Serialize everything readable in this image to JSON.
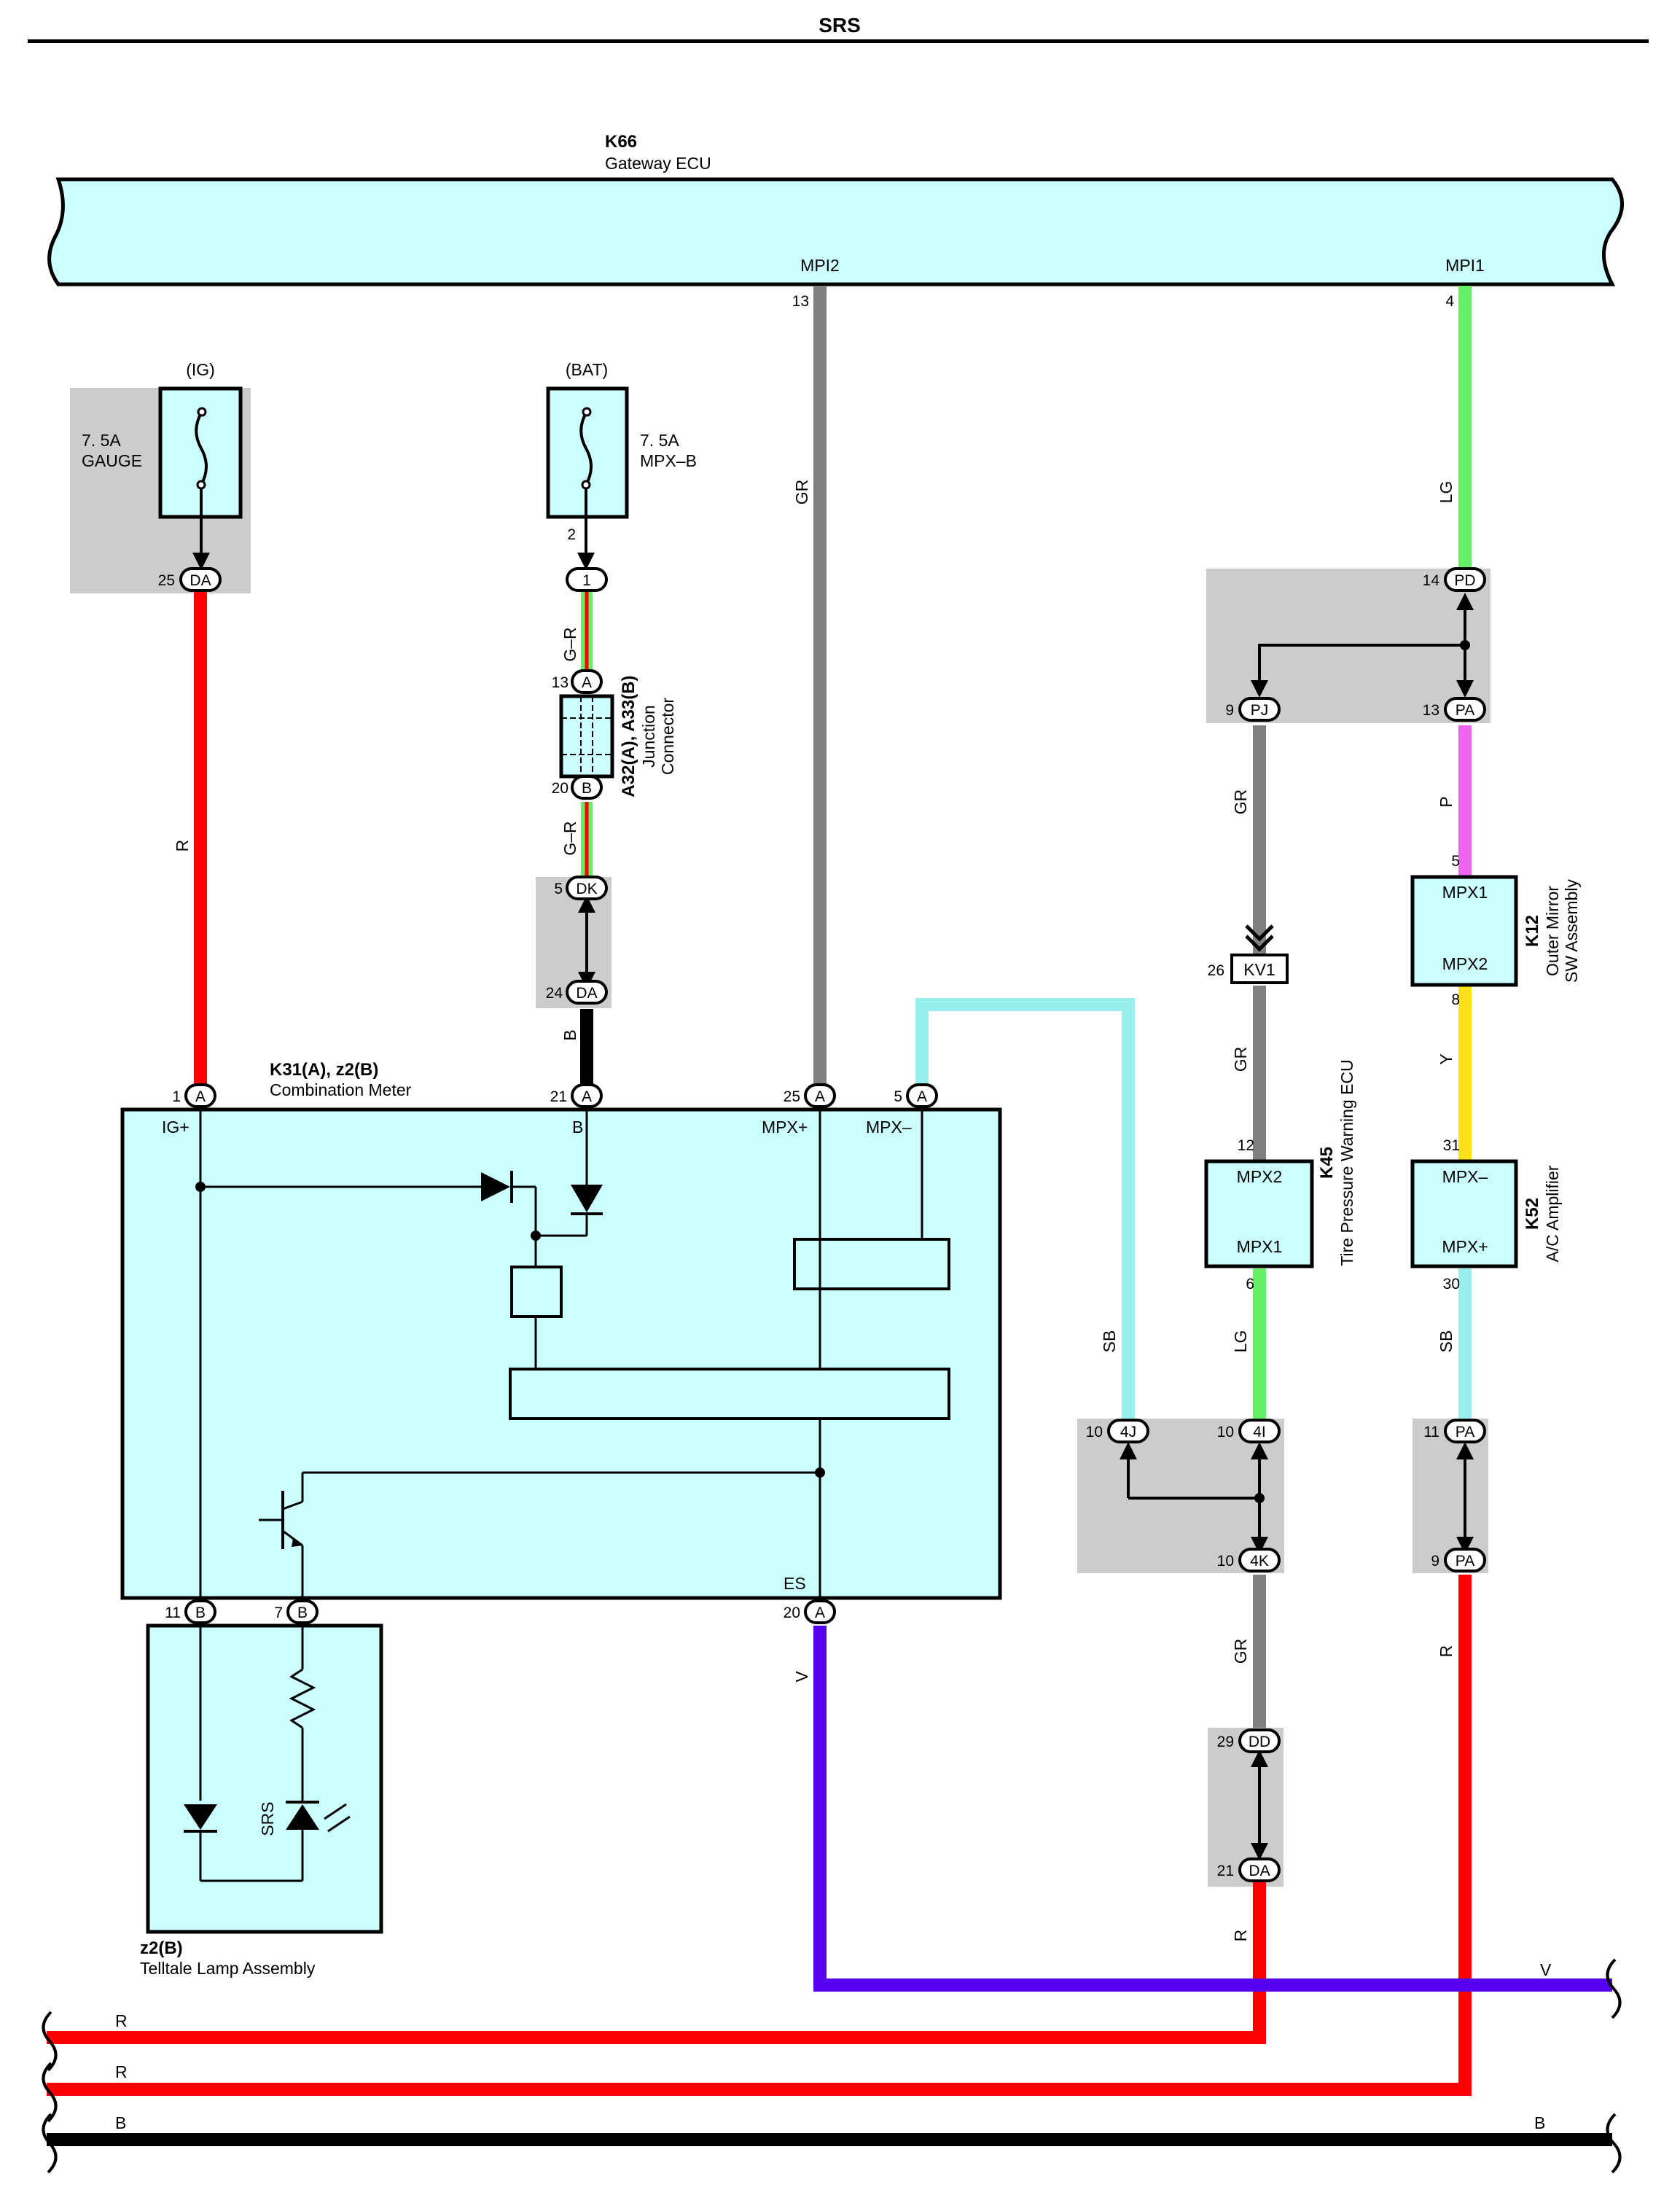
{
  "title": "SRS",
  "gateway": {
    "code": "K66",
    "name": "Gateway ECU",
    "mpi2": "MPI2",
    "mpi1": "MPI1",
    "pin_mpi2": "13",
    "pin_mpi1": "4"
  },
  "fuses": {
    "ig": {
      "label": "(IG)",
      "rating": "7. 5A",
      "name": "GAUGE"
    },
    "bat": {
      "label": "(BAT)",
      "rating": "7. 5A",
      "name": "MPX–B"
    }
  },
  "junction": {
    "code": "A32(A), A33(B)",
    "name1": "Junction",
    "name2": "Connector"
  },
  "meter": {
    "code": "K31(A), z2(B)",
    "name": "Combination Meter",
    "ig": "IG+",
    "b": "B",
    "mpx_plus": "MPX+",
    "mpx_minus": "MPX–",
    "es": "ES"
  },
  "telltale": {
    "code": "z2(B)",
    "name": "Telltale Lamp Assembly",
    "srs": "SRS"
  },
  "mirror": {
    "code": "K12",
    "name1": "Outer Mirror",
    "name2": "SW Assembly",
    "mpx1": "MPX1",
    "mpx2": "MPX2"
  },
  "tpms": {
    "code": "K45",
    "name": "Tire Pressure Warning ECU",
    "mpx2": "MPX2",
    "mpx1": "MPX1"
  },
  "ac": {
    "code": "K52",
    "name": "A/C Amplifier",
    "mpx_minus": "MPX–",
    "mpx_plus": "MPX+"
  },
  "kv1": "KV1",
  "wires": {
    "R": "R",
    "GR": "GR",
    "GR_dash": "G–R",
    "B": "B",
    "LG": "LG",
    "P": "P",
    "Y": "Y",
    "SB": "SB",
    "V": "V"
  },
  "connectors": {
    "DA": "DA",
    "DK": "DK",
    "PD": "PD",
    "PJ": "PJ",
    "PA": "PA",
    "4J": "4J",
    "4I": "4I",
    "4K": "4K",
    "DD": "DD",
    "A": "A",
    "B": "B",
    "one": "1"
  },
  "pins": {
    "p25": "25",
    "p2": "2",
    "p13": "13",
    "p20": "20",
    "p5": "5",
    "p24": "24",
    "p1": "1",
    "p21": "21",
    "p11": "11",
    "p7": "7",
    "p14": "14",
    "p9": "9",
    "p8": "8",
    "p31": "31",
    "p30": "30",
    "p26": "26",
    "p12": "12",
    "p6": "6",
    "p10": "10",
    "p29": "29"
  },
  "colors": {
    "red": "#ff0000",
    "gray": "#808080",
    "green": "#66ee66",
    "pink": "#ee66ee",
    "yellow": "#ffe01a",
    "cyan": "#99eeee",
    "violet": "#5500ee",
    "black": "#000000",
    "box": "#ccffff",
    "shade": "#cccccc"
  }
}
